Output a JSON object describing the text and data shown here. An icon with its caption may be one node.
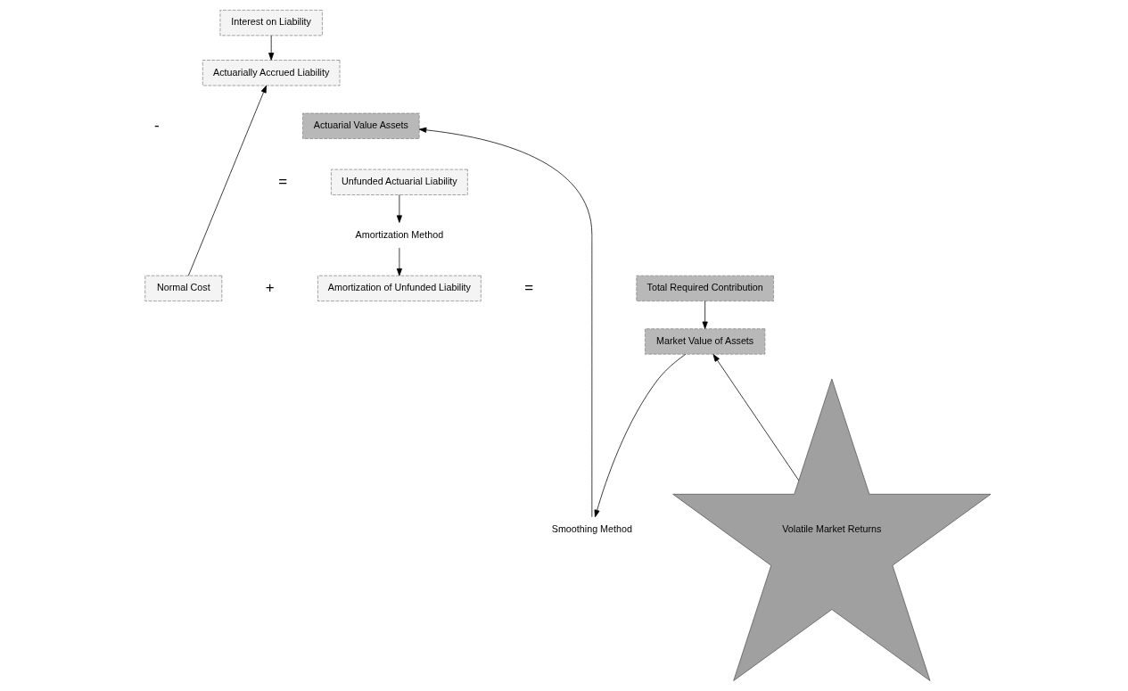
{
  "diagram": {
    "nodes": [
      {
        "text": [
          "Actuarially Accrued Liability"
        ]
      },
      {
        "text": [
          "Actuarial Value Assets"
        ]
      },
      {
        "text": [
          "Smoothing Method"
        ]
      },
      {
        "text": [
          "Volatile Market Returns"
        ]
      },
      {
        "text": [
          "Interest on Liability"
        ]
      },
      {
        "text": [
          "Unfunded Actuarial Liability"
        ]
      },
      {
        "text": [
          "Market Value of Assets"
        ]
      },
      {
        "text": [
          "Amortization Method"
        ]
      },
      {
        "text": [
          "Normal Cost"
        ]
      },
      {
        "text": [
          "Amortization of Unfunded Liability"
        ]
      },
      {
        "text": [
          "Total Required Contribution"
        ]
      }
    ],
    "edges": [
      {
        "from": 8,
        "to": 0,
        "arrow": "to"
      },
      {
        "from": 4,
        "to": 0,
        "arrow": "to"
      },
      {
        "from": 2,
        "to": 1,
        "arrow": "to"
      },
      {
        "from": 6,
        "to": 2,
        "arrow": "to"
      },
      {
        "from": 3,
        "to": 6,
        "arrow": "to"
      },
      {
        "from": 5,
        "to": 7,
        "arrow": "to"
      },
      {
        "from": 7,
        "to": 9,
        "arrow": "to"
      },
      {
        "from": 10,
        "to": 6,
        "arrow": "to"
      }
    ],
    "labels": [
      "-",
      "=",
      "+",
      "="
    ]
  }
}
